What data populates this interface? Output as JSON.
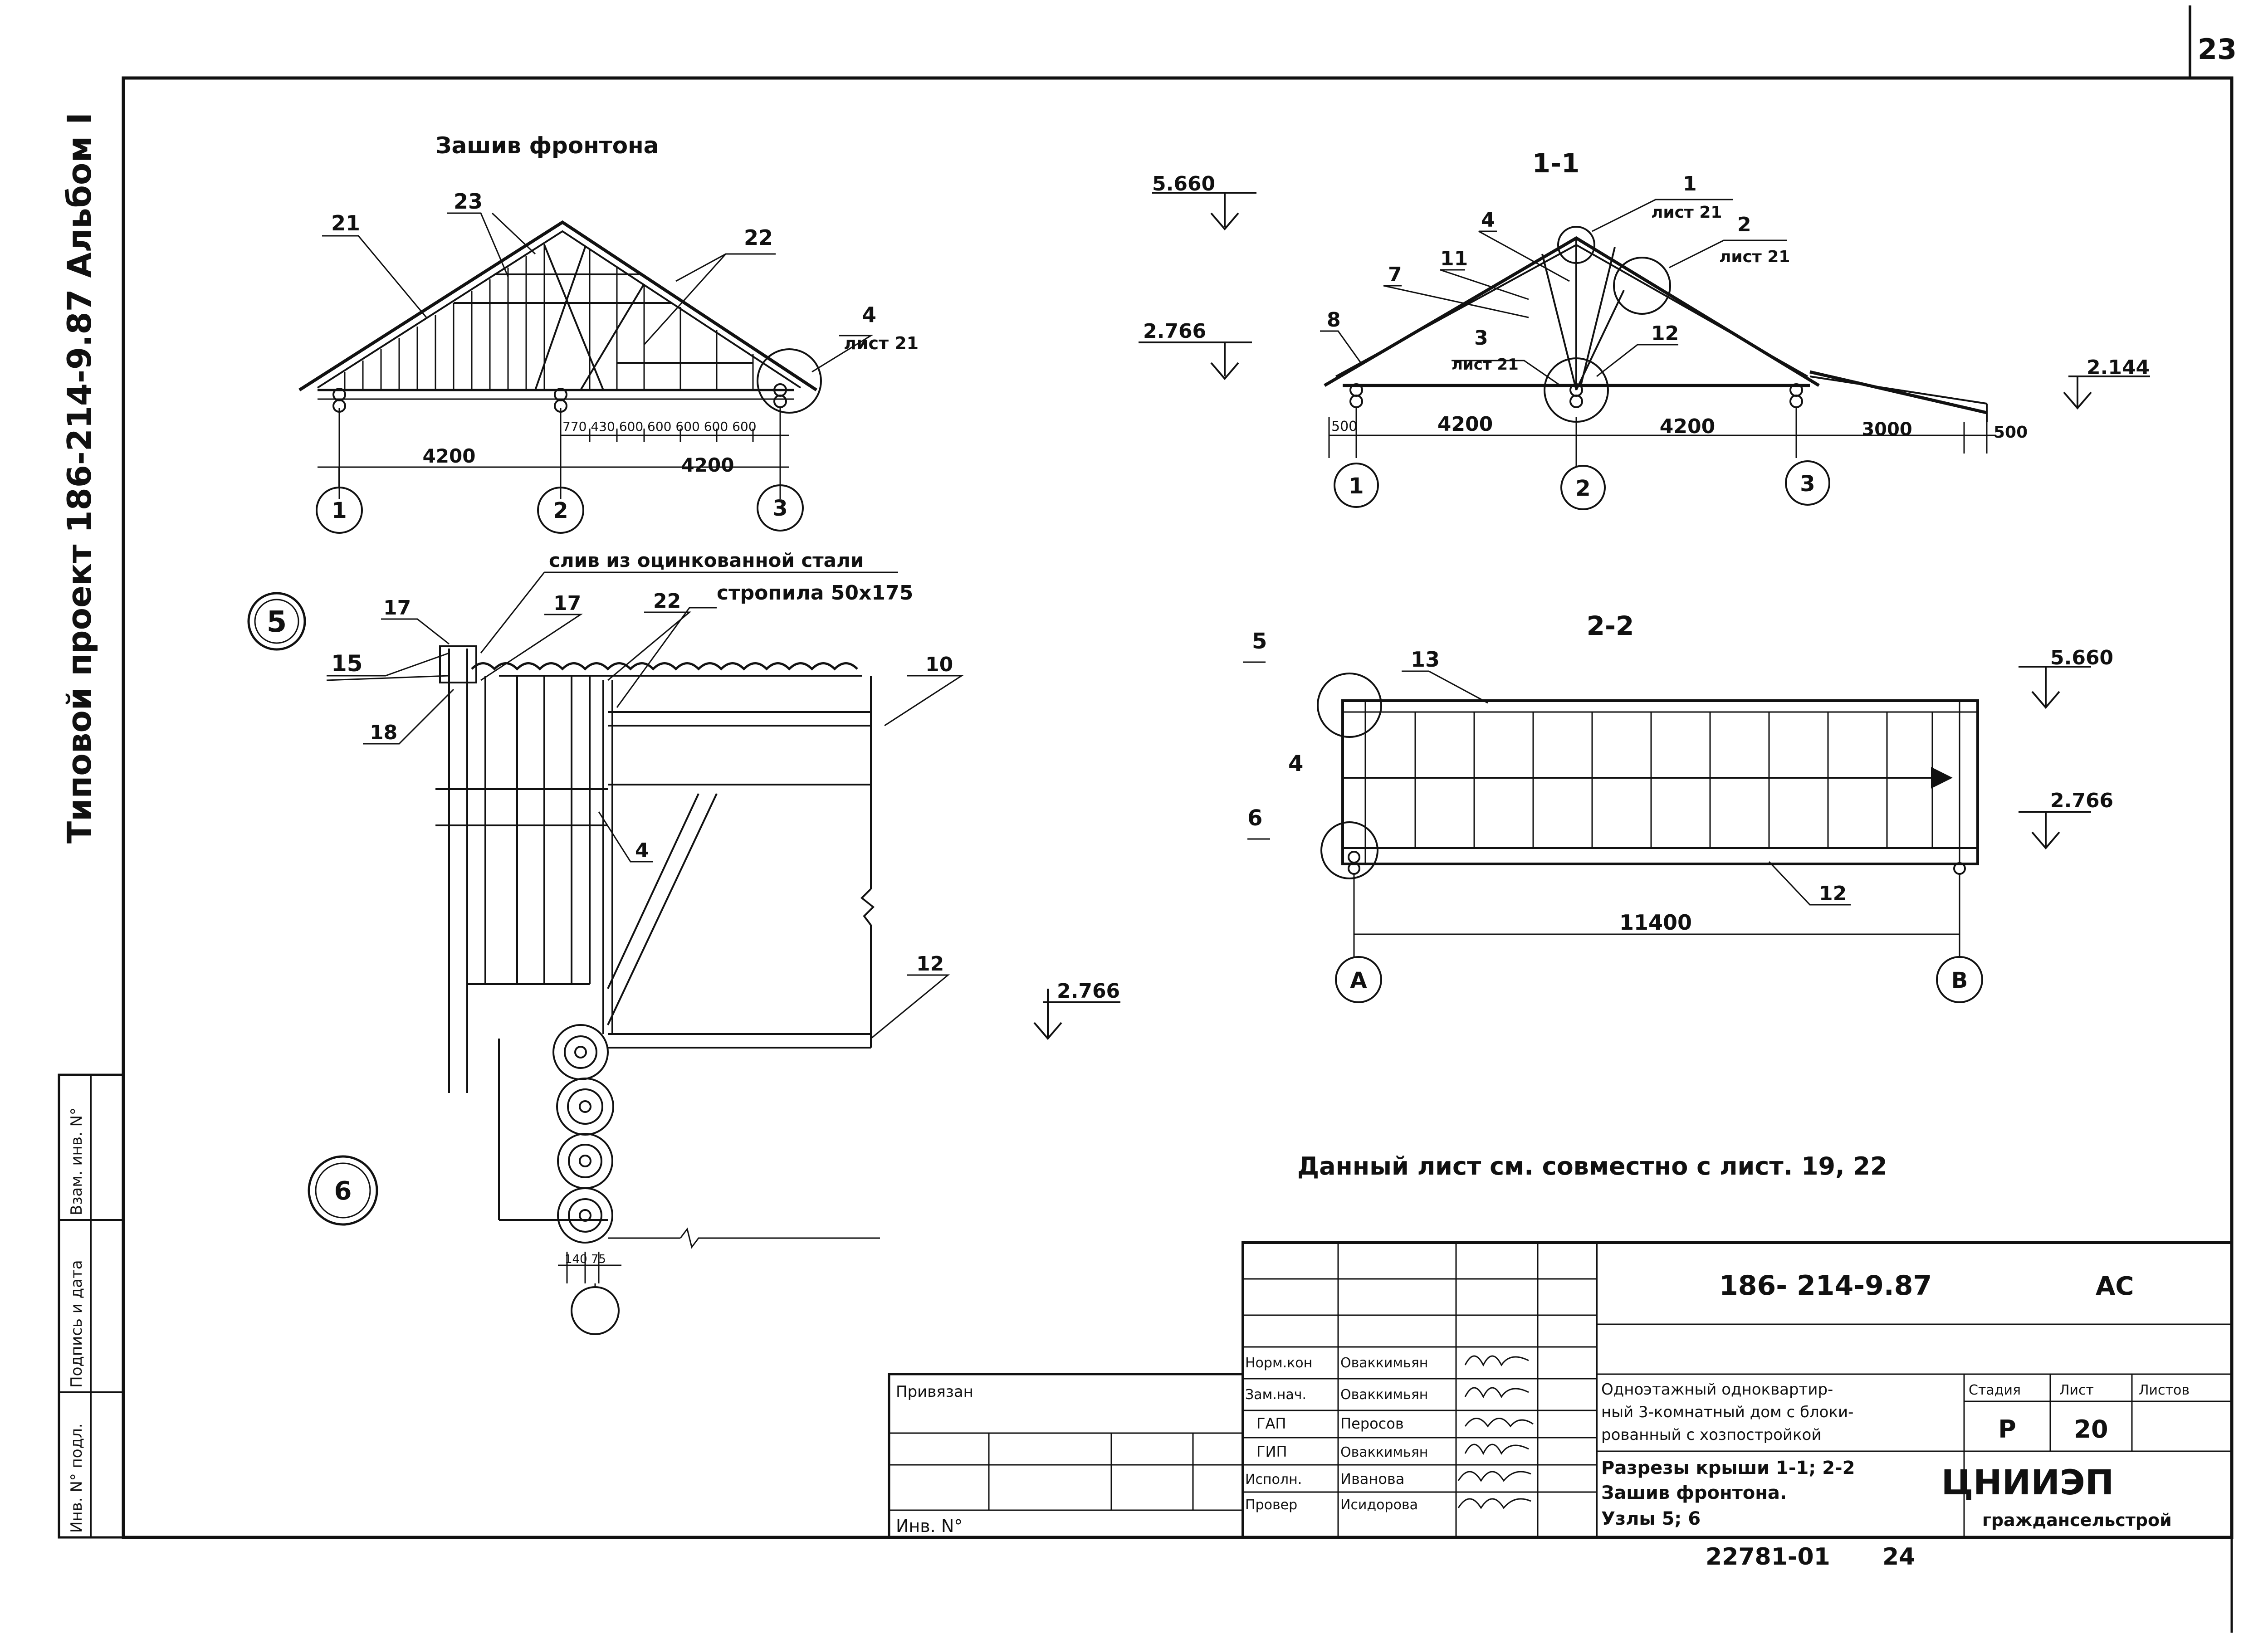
{
  "page_number": "23",
  "side": {
    "album": "Типовой проект 186-214-9.87 Альбом I"
  },
  "gable": {
    "title": "Зашив фронтона",
    "labels": {
      "l21": "21",
      "l23": "23",
      "l22": "22",
      "node_num": "4",
      "node_sheet": "лист 21"
    },
    "dims": {
      "span1": "4200",
      "span2": "4200",
      "small": "770 430 600 600 600 600 600"
    },
    "axes": [
      "1",
      "2",
      "3"
    ]
  },
  "section11": {
    "title": "1-1",
    "levels": {
      "top": "5.660",
      "mid": "2.766",
      "right": "2.144"
    },
    "labels": {
      "n1": "1",
      "n1s": "лист 21",
      "n2": "2",
      "n2s": "лист 21",
      "n3": "3",
      "n3s": "лист 21",
      "l4": "4",
      "l7": "7",
      "l8": "8",
      "l11": "11",
      "l12": "12"
    },
    "dims": {
      "d500a": "500",
      "d4200a": "4200",
      "d4200b": "4200",
      "d3000": "3000",
      "d500b": "500"
    },
    "axes": [
      "1",
      "2",
      "3"
    ]
  },
  "node5": {
    "circle": "5",
    "callout": "слив из оцинкованной стали",
    "rafter": "стропила 50х175",
    "labels": {
      "l17a": "17",
      "l17b": "17",
      "l22": "22",
      "l15": "15",
      "l10": "10",
      "l18": "18",
      "l4": "4",
      "l12": "12"
    },
    "level": "2.766"
  },
  "node6": {
    "circle": "6",
    "dims": "140 75"
  },
  "section22": {
    "title": "2-2",
    "labels": {
      "l5": "5",
      "l13": "13",
      "l4": "4",
      "l6": "6",
      "l12": "12"
    },
    "levels": {
      "top": "5.660",
      "mid": "2.766"
    },
    "dim": "11400",
    "axes": [
      "А",
      "В"
    ]
  },
  "note": "Данный лист см. совместно с лист. 19, 22",
  "stamp": {
    "code": "186- 214-9.87",
    "mark": "АС",
    "bound": "Привязан",
    "inv_no": "Инв. N°",
    "roles": [
      {
        "role": "Норм.кон",
        "name": "Оваккимьян"
      },
      {
        "role": "Зам.нач.",
        "name": "Оваккимьян"
      },
      {
        "role": "ГАП",
        "name": "Перосов"
      },
      {
        "role": "ГИП",
        "name": "Оваккимьян"
      },
      {
        "role": "Исполн.",
        "name": "Иванова"
      },
      {
        "role": "Провер",
        "name": "Исидорова"
      }
    ],
    "object_name": [
      "Одноэтажный одноквартир-",
      "ный 3-комнатный дом с блоки-",
      "рованный с хозпостройкой"
    ],
    "sheet_title": [
      "Разрезы крыши 1-1; 2-2",
      "Зашив фронтона.",
      "Узлы 5; 6"
    ],
    "stage_h": "Стадия",
    "sheet_h": "Лист",
    "sheets_h": "Листов",
    "stage": "Р",
    "sheet": "20",
    "org": "ЦНИИЭП",
    "org2": "граждансельстрой",
    "bottom_code": "22781-01",
    "bottom_num": "24"
  },
  "left_stamp": [
    "Инв. N° подл.",
    "Подпись и дата",
    "Взам. инв. N°"
  ]
}
